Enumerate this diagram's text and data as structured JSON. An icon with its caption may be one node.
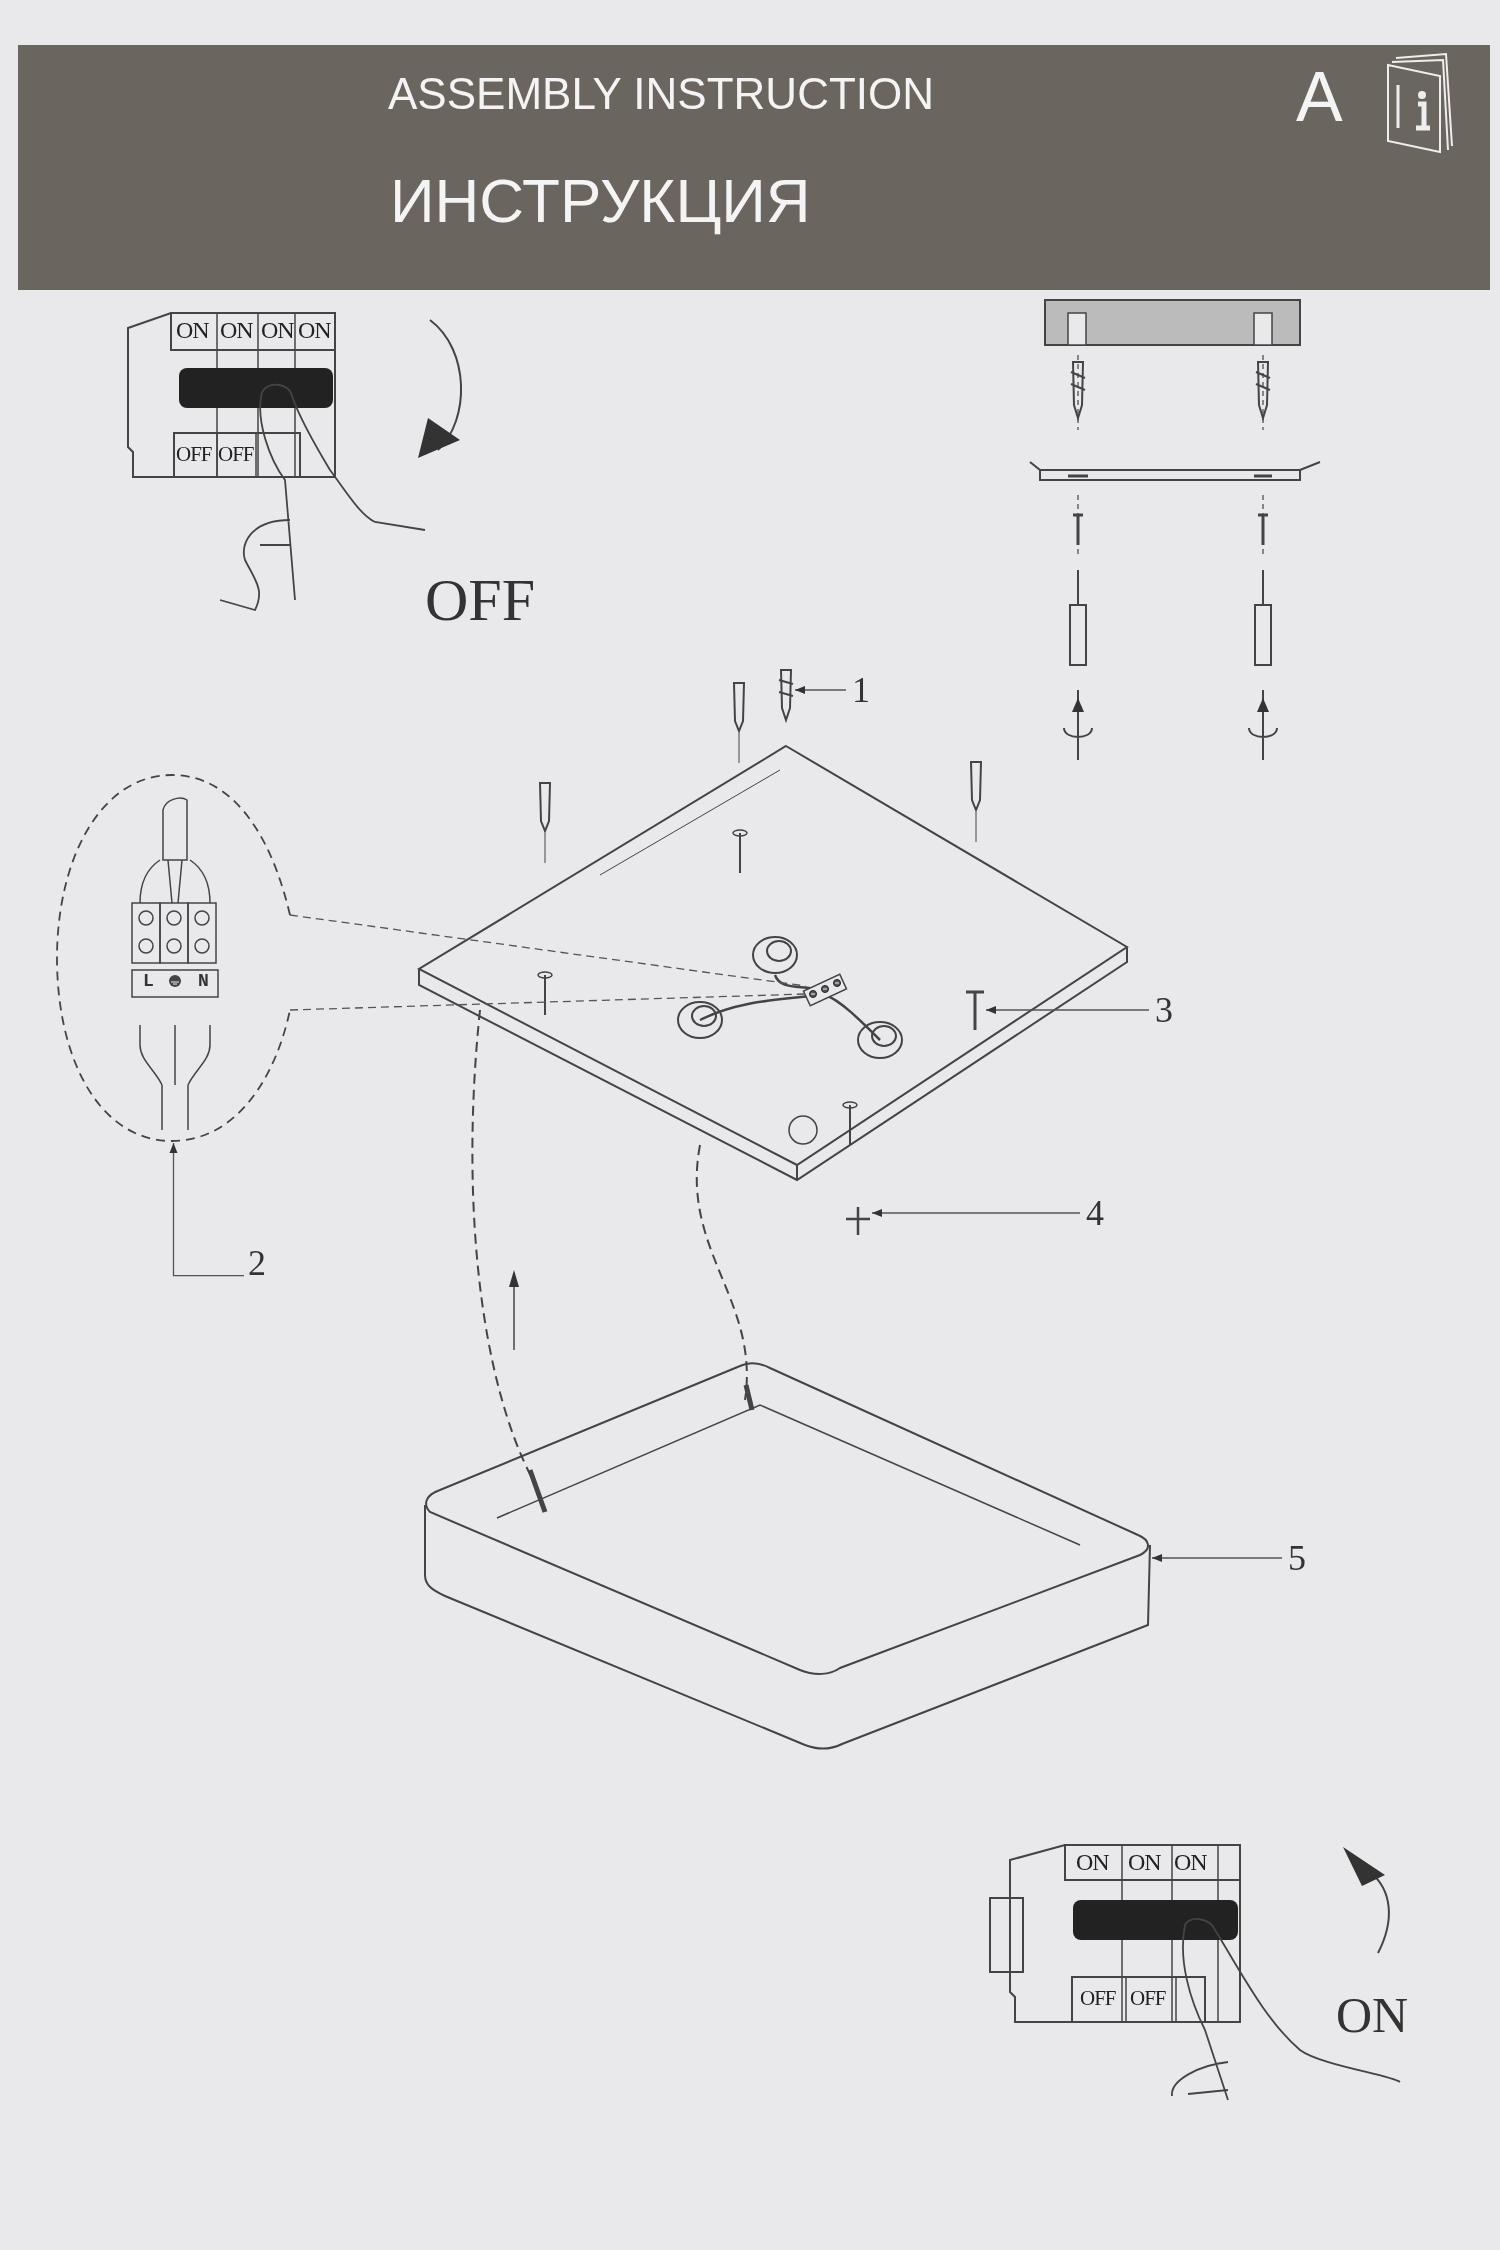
{
  "diagram": {
    "title": "ASSEMBLY INSTRUCTION",
    "nodes": [
      {
        "text": [
          "1"
        ]
      },
      {
        "text": [],
        "shape": "picture"
      },
      {
        "text": [
          "2"
        ]
      },
      {
        "text": [
          "L",
          "N"
        ]
      },
      {
        "text": [
          "3"
        ]
      },
      {
        "text": [],
        "shape": "picture"
      },
      {
        "text": [
          "4"
        ]
      },
      {
        "text": [],
        "shape": "picture"
      },
      {
        "text": [
          "5"
        ]
      },
      {
        "text": [],
        "shape": "picture"
      },
      {
        "text": [],
        "shape": "picture"
      }
    ],
    "edges": [
      {
        "from": 0,
        "to": 1,
        "arrow": "to"
      },
      {
        "from": 2,
        "to": 3,
        "arrow": "to"
      },
      {
        "from": 4,
        "to": 5,
        "arrow": "to"
      },
      {
        "from": 6,
        "to": 7,
        "arrow": "to"
      },
      {
        "from": 8,
        "to": 9,
        "arrow": "to"
      },
      {
        "from": 3,
        "to": 10,
        "arrow": "none",
        "style": "dashed"
      }
    ],
    "labels": [
      "ИНСТРУКЦИЯ",
      "A",
      "ON",
      "ON",
      "ON",
      "ON",
      "OFF",
      "OFF",
      "OFF",
      "ON",
      "ON",
      "ON",
      "OFF",
      "OFF",
      "ON"
    ]
  }
}
